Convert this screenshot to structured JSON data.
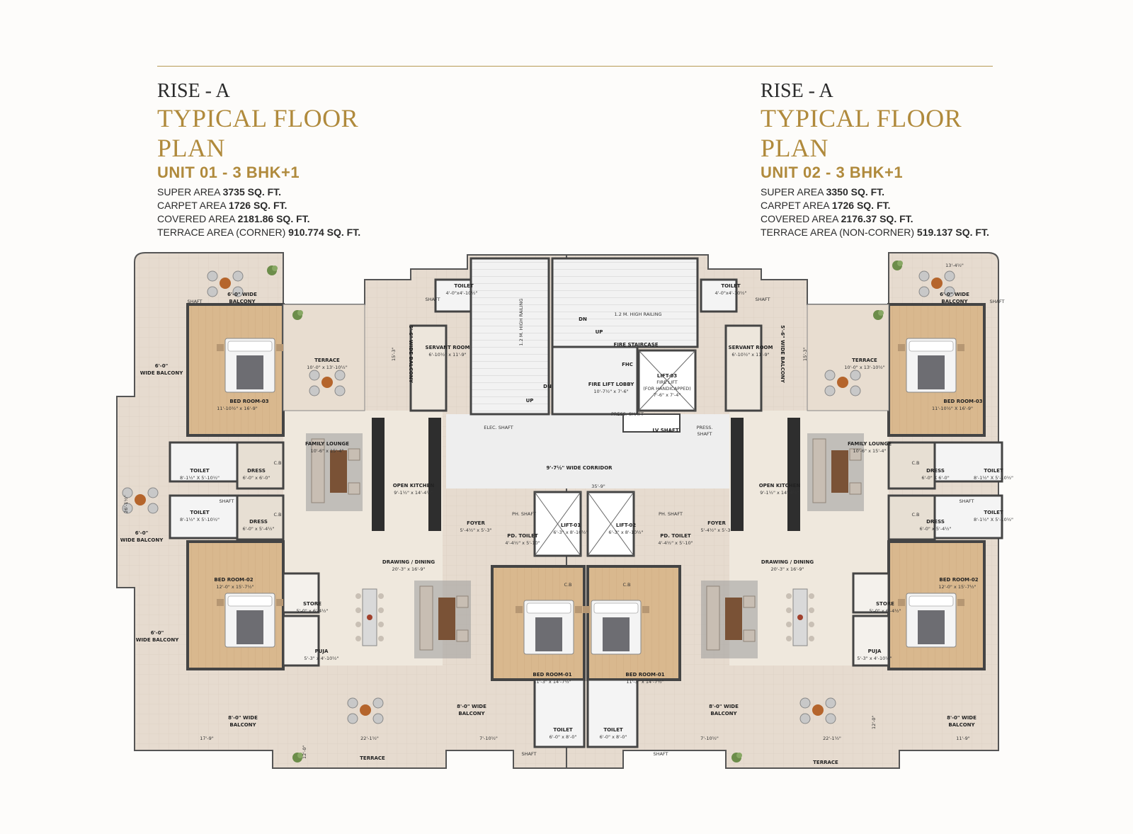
{
  "units": [
    {
      "tower": "RISE - A",
      "plan_title": "TYPICAL FLOOR PLAN",
      "unit_label": "UNIT 01 - 3 BHK+1",
      "areas": [
        {
          "label": "SUPER AREA",
          "value": "3735 SQ. FT."
        },
        {
          "label": "CARPET AREA",
          "value": "1726 SQ. FT."
        },
        {
          "label": "COVERED AREA",
          "value": "2181.86 SQ. FT."
        },
        {
          "label": "TERRACE AREA (CORNER)",
          "value": "910.774 SQ. FT."
        }
      ]
    },
    {
      "tower": "RISE - A",
      "plan_title": "TYPICAL FLOOR PLAN",
      "unit_label": "UNIT 02 - 3 BHK+1",
      "areas": [
        {
          "label": "SUPER AREA",
          "value": "3350 SQ. FT."
        },
        {
          "label": "CARPET AREA",
          "value": "1726 SQ. FT."
        },
        {
          "label": "COVERED AREA",
          "value": "2176.37 SQ. FT."
        },
        {
          "label": "TERRACE AREA (NON-CORNER)",
          "value": "519.137 SQ. FT."
        }
      ]
    }
  ],
  "rooms": {
    "u1_balcony_top": {
      "name": "6'-0\" WIDE",
      "dim": "BALCONY"
    },
    "u1_wide_balcony_1": {
      "name": "6'-0\"",
      "dim": "WIDE BALCONY"
    },
    "u1_wide_balcony_2": {
      "name": "6'-0\"",
      "dim": "WIDE BALCONY"
    },
    "u1_wide_balcony_3": {
      "name": "6'-0\"",
      "dim": "WIDE BALCONY"
    },
    "u1_terrace": {
      "name": "TERRACE",
      "dim": "10'-0\" x 13'-10½\""
    },
    "u1_bed3": {
      "name": "BED ROOM-03",
      "dim": "11'-10½\" x 16'-9\""
    },
    "u1_bed2": {
      "name": "BED ROOM-02",
      "dim": "12'-0\" x 15'-7½\""
    },
    "u1_bed1": {
      "name": "BED ROOM-01",
      "dim": "11'-3\" x 14'-7½\""
    },
    "u1_family": {
      "name": "FAMILY LOUNGE",
      "dim": "10'-6\" x 15'-4\""
    },
    "u1_kitchen": {
      "name": "OPEN KITCHEN",
      "dim": "9'-1½\" x 14'-4½\""
    },
    "u1_drawing": {
      "name": "DRAWING / DINING",
      "dim": "20'-3\" x 16'-9\""
    },
    "u1_servant": {
      "name": "SERVANT ROOM",
      "dim": "6'-10½\" x 11'-9\""
    },
    "u1_servant_toilet": {
      "name": "TOILET",
      "dim": "4'-0\"x4'-10½\""
    },
    "u1_sbalcony": {
      "name": "5'-6\" WIDE BALCONY"
    },
    "u1_toilet1": {
      "name": "TOILET",
      "dim": "8'-1½\" X 5'-10½\""
    },
    "u1_toilet2": {
      "name": "TOILET",
      "dim": "8'-1½\" X 5'-10½\""
    },
    "u1_dress1": {
      "name": "DRESS",
      "dim": "6'-0\" x 6'-0\""
    },
    "u1_dress2": {
      "name": "DRESS",
      "dim": "6'-0\" x 5'-4½\""
    },
    "u1_store": {
      "name": "STORE",
      "dim": "5'-0\" x 6'-4½\""
    },
    "u1_puja": {
      "name": "PUJA",
      "dim": "5'-3\" x 4'-10½\""
    },
    "u1_foyer": {
      "name": "FOYER",
      "dim": "5'-4½\" x 5'-3\""
    },
    "u1_pd_toilet": {
      "name": "PD. TOILET",
      "dim": "4'-4½\" x 5'-10\""
    },
    "u1_toilet_bed1": {
      "name": "TOILET",
      "dim": "6'-0\" x 8'-0\""
    },
    "u1_balcony_8a": {
      "name": "8'-0\" WIDE",
      "dim": "BALCONY"
    },
    "u1_balcony_8b": {
      "name": "8'-0\" WIDE",
      "dim": "BALCONY"
    },
    "u1_terrace_bottom": {
      "name": "TERRACE"
    },
    "u2_balcony_top": {
      "name": "6'-0\" WIDE",
      "dim": "BALCONY"
    },
    "u2_terrace": {
      "name": "TERRACE",
      "dim": "10'-0\" x 13'-10½\""
    },
    "u2_bed3": {
      "name": "BED ROOM-03",
      "dim": "11'-10½\" X 16'-9\""
    },
    "u2_bed2": {
      "name": "BED ROOM-02",
      "dim": "12'-0\" x 15'-7½\""
    },
    "u2_bed1": {
      "name": "BED ROOM-01",
      "dim": "11'-3\" x 14'-7½\""
    },
    "u2_family": {
      "name": "FAMILY LOUNGE",
      "dim": "10'-6\" x 15'-4\""
    },
    "u2_kitchen": {
      "name": "OPEN KITCHEN",
      "dim": "9'-1½\" x 14'-4½\""
    },
    "u2_drawing": {
      "name": "DRAWING / DINING",
      "dim": "20'-3\" x 16'-9\""
    },
    "u2_servant": {
      "name": "SERVANT ROOM",
      "dim": "6'-10½\" x 11'-9\""
    },
    "u2_servant_toilet": {
      "name": "TOILET",
      "dim": "4'-0\"x4'-10½\""
    },
    "u2_sbalcony": {
      "name": "5'-6\" WIDE BALCONY"
    },
    "u2_toilet1": {
      "name": "TOILET",
      "dim": "8'-1½\" X 5'-10½\""
    },
    "u2_toilet2": {
      "name": "TOILET",
      "dim": "8'-1½\" X 5'-10½\""
    },
    "u2_dress1": {
      "name": "DRESS",
      "dim": "6'-0\" X 6'-0\""
    },
    "u2_dress2": {
      "name": "DRESS",
      "dim": "6'-0\" x 5'-4½\""
    },
    "u2_store": {
      "name": "STORE",
      "dim": "5'-0\" x 6'-4½\""
    },
    "u2_puja": {
      "name": "PUJA",
      "dim": "5'-3\" x 4'-10½\""
    },
    "u2_foyer": {
      "name": "FOYER",
      "dim": "5'-4½\" x 5'-3\""
    },
    "u2_pd_toilet": {
      "name": "PD. TOILET",
      "dim": "4'-4½\" x 5'-10\""
    },
    "u2_toilet_bed1": {
      "name": "TOILET",
      "dim": "6'-0\" x 8'-0\""
    },
    "u2_balcony_8a": {
      "name": "8'-0\" WIDE",
      "dim": "BALCONY"
    },
    "u2_balcony_8b": {
      "name": "8'-0\" WIDE",
      "dim": "BALCONY"
    },
    "u2_terrace_bottom": {
      "name": "TERRACE"
    },
    "core_corridor": {
      "name": "9'-7½\" WIDE CORRIDOR",
      "dim": "35'-9\""
    },
    "core_fire_staircase": {
      "name": "FIRE STAIRCASE"
    },
    "core_fire_lobby": {
      "name": "FIRE LIFT LOBBY",
      "dim": "10'-7½\" x 7'-6\""
    },
    "core_lift03": {
      "name": "LIFT-03",
      "l2": "FIRE LIFT",
      "l3": "(FOR HANDICAPPED)",
      "dim": "7'-6\" x 7'-4\""
    },
    "core_lift01": {
      "name": "LIFT-01",
      "dim": "6'-3\" x 8'-10½\""
    },
    "core_lift02": {
      "name": "LIFT-02",
      "dim": "6'-3\" x 8'-10½\""
    },
    "core_fhc": {
      "name": "FHC"
    },
    "core_press_shaft": {
      "name": "PRESS. SHAFT"
    },
    "core_lv_shaft": {
      "name": "LV SHAFT"
    },
    "core_press_shaft_2": {
      "name": "PRESS.",
      "l2": "SHAFT"
    },
    "core_elec_shaft": {
      "name": "ELEC. SHAFT"
    },
    "core_ph_shaft_1": {
      "name": "PH. SHAFT"
    },
    "core_ph_shaft_2": {
      "name": "PH. SHAFT"
    },
    "core_railing_1": {
      "name": "1.2 M. HIGH RAILING"
    },
    "core_railing_2": {
      "name": "1.2 M. HIGH RAILING"
    },
    "core_up_1": {
      "name": "UP"
    },
    "core_up_2": {
      "name": "UP"
    },
    "core_dn_1": {
      "name": "DN"
    },
    "core_dn_2": {
      "name": "DN"
    }
  },
  "dims": {
    "d_17_9": "17'-9\"",
    "d_22_1a": "22'-1½\"",
    "d_7_10a": "7'-10½\"",
    "d_7_10b": "7'-10½\"",
    "d_22_1b": "22'-1½\"",
    "d_11_9": "11'-9\"",
    "d_13_4": "13'-4½\"",
    "d_26_1": "26'-1½\"",
    "d_12_0a": "12'-0\"",
    "d_12_0b": "12'-0\"",
    "d_15_3a": "15'-3\"",
    "d_15_3b": "15'-3\""
  },
  "markers": {
    "shaft": "SHAFT",
    "cb": "C.B"
  },
  "colors": {
    "gold": "#b08a3c",
    "wall": "#4a4a4a",
    "wood": "#d8b78d",
    "stone": "#e4d9cc",
    "beige": "#efe8dd"
  }
}
